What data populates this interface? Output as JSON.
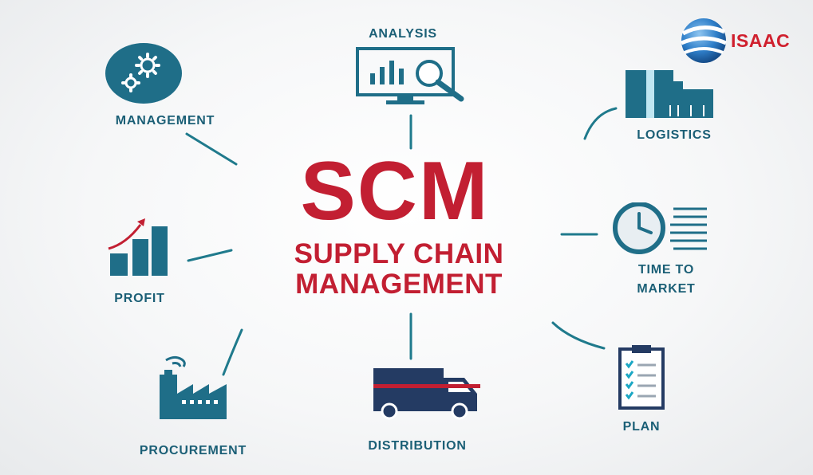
{
  "center": {
    "title": "SCM",
    "subtitle_line1": "SUPPLY CHAIN",
    "subtitle_line2": "MANAGEMENT"
  },
  "nodes": {
    "analysis": "ANALYSIS",
    "management": "MANAGEMENT",
    "logistics": "LOGISTICS",
    "profit": "PROFIT",
    "time_line1": "TIME TO",
    "time_line2": "MARKET",
    "procurement": "PROCUREMENT",
    "distribution": "DISTRIBUTION",
    "plan": "PLAN"
  },
  "logo": {
    "text": "ISAAC",
    "icon": "globe-icon"
  },
  "colors": {
    "accent_red": "#c21f32",
    "teal": "#1f7a8c",
    "navy": "#1b5f76",
    "icon_blue": "#1f6e88"
  }
}
